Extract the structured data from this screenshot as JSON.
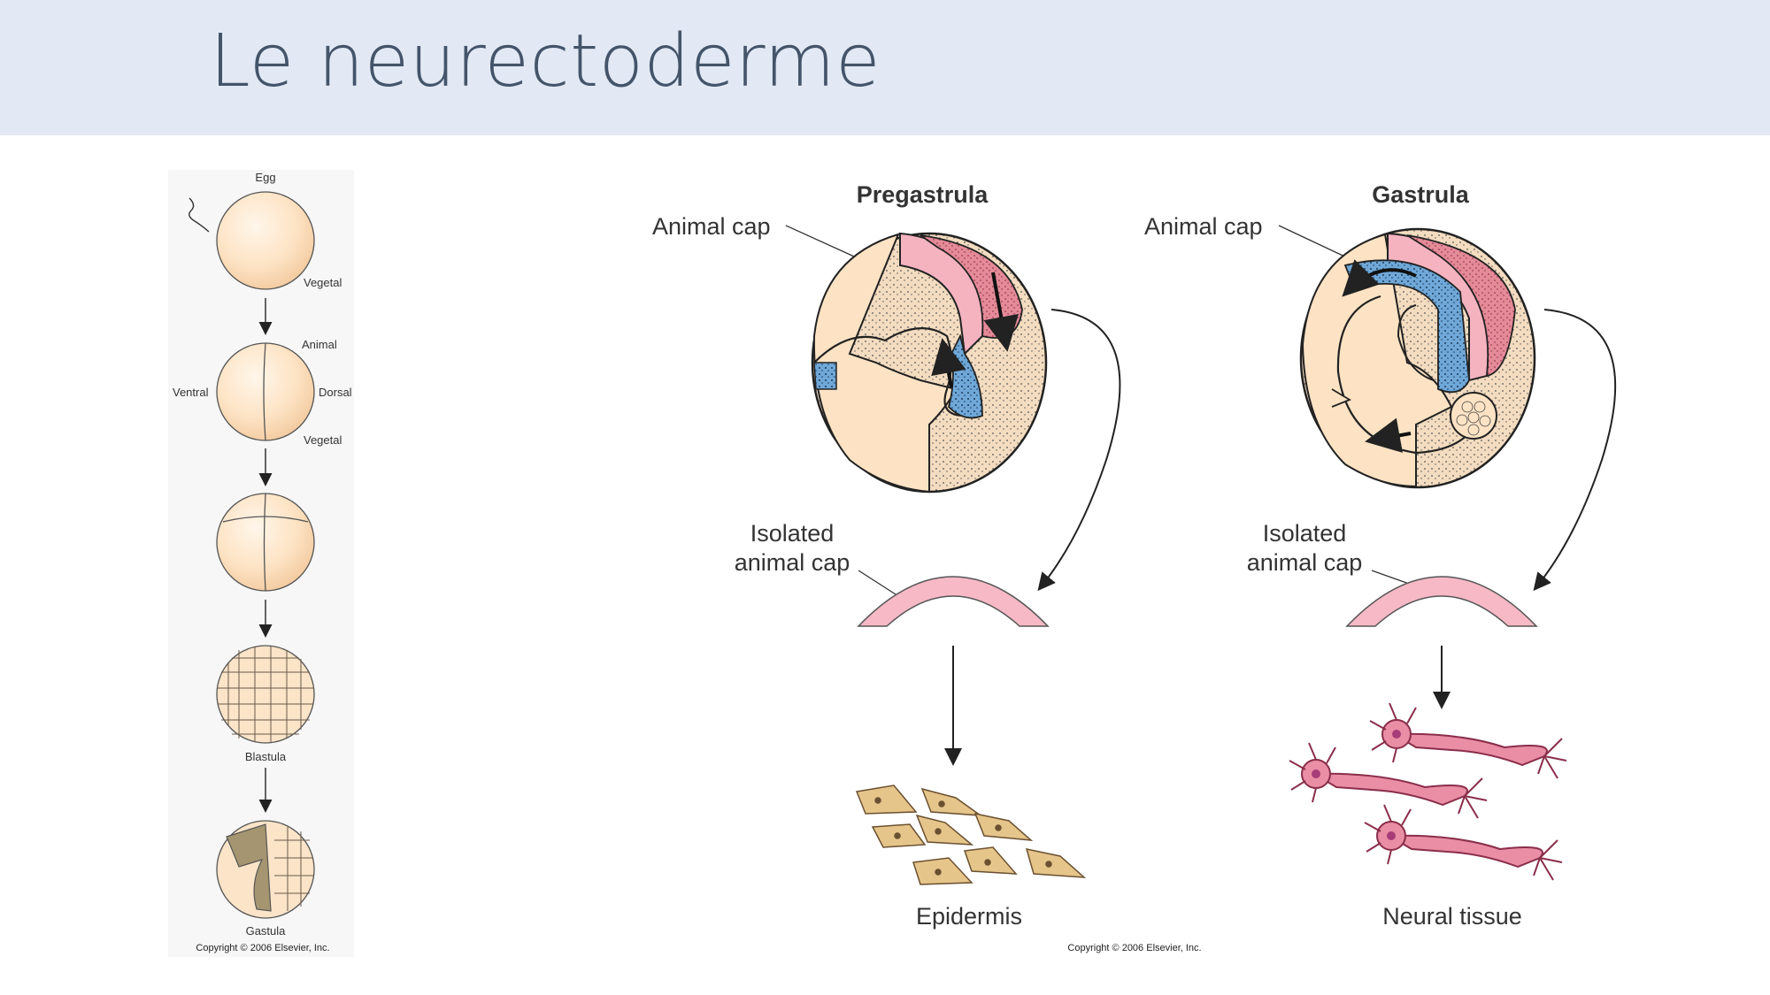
{
  "slide": {
    "title": "Le neurectoderme"
  },
  "left_figure": {
    "labels": {
      "egg": "Egg",
      "vegetal_1": "Vegetal",
      "animal": "Animal",
      "ventral": "Ventral",
      "dorsal": "Dorsal",
      "vegetal_2": "Vegetal",
      "blastula": "Blastula",
      "gastula": "Gastula"
    },
    "copyright": "Copyright © 2006 Elsevier, Inc."
  },
  "right_figure": {
    "pregastrula": {
      "title": "Pregastrula",
      "animal_cap": "Animal cap",
      "isolated_line1": "Isolated",
      "isolated_line2": "animal cap",
      "result": "Epidermis"
    },
    "gastrula": {
      "title": "Gastrula",
      "animal_cap": "Animal cap",
      "isolated_line1": "Isolated",
      "isolated_line2": "animal cap",
      "result": "Neural tissue"
    },
    "copyright": "Copyright © 2006 Elsevier, Inc."
  },
  "colors": {
    "header_band": "#e2e9f4",
    "title_text": "#44546a",
    "egg_fill": "#fde3c4",
    "animal_cap_pink": "#f5b3c0",
    "mesoderm_red": "#e07585",
    "neural_blue": "#6fa8d8"
  }
}
